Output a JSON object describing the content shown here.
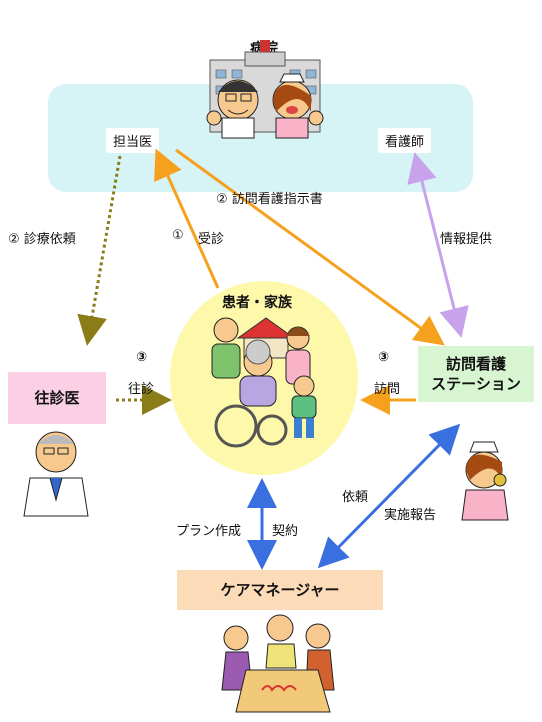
{
  "hospital": {
    "title": "病院"
  },
  "nodes": {
    "doctor": "担当医",
    "nurse": "看護師",
    "patient": "患者・家族",
    "home_doctor": "往診医",
    "station_line1": "訪問看護",
    "station_line2": "ステーション",
    "care_manager": "ケアマネージャー"
  },
  "edges": {
    "instruction": "②  訪問看護指示書",
    "request_home_visit": "②  診療依頼",
    "consult_num": "①",
    "consult": "受診",
    "info": "情報提供",
    "home_visit_num": "③",
    "home_visit": "往診",
    "visit_num": "③",
    "visit": "訪問",
    "plan": "プラン作成",
    "contract": "契約",
    "request": "依頼",
    "report": "実施報告"
  },
  "colors": {
    "hospital_panel": "#d6f3f6",
    "patient_circle": "#fdf8aa",
    "home_doctor_box": "#fbcfe4",
    "station_box": "#d8f5d2",
    "care_manager_box": "#fcdcb8",
    "orange_arrow": "#f5a11e",
    "olive_arrow": "#8a7c16",
    "purple_arrow": "#c9a2ec",
    "blue_arrow": "#3a6fe0"
  },
  "icons": [
    "hospital-building-icon",
    "doctor-and-nurse-icon",
    "family-icon",
    "home-doctor-icon",
    "phone-nurse-icon",
    "care-meeting-icon"
  ]
}
